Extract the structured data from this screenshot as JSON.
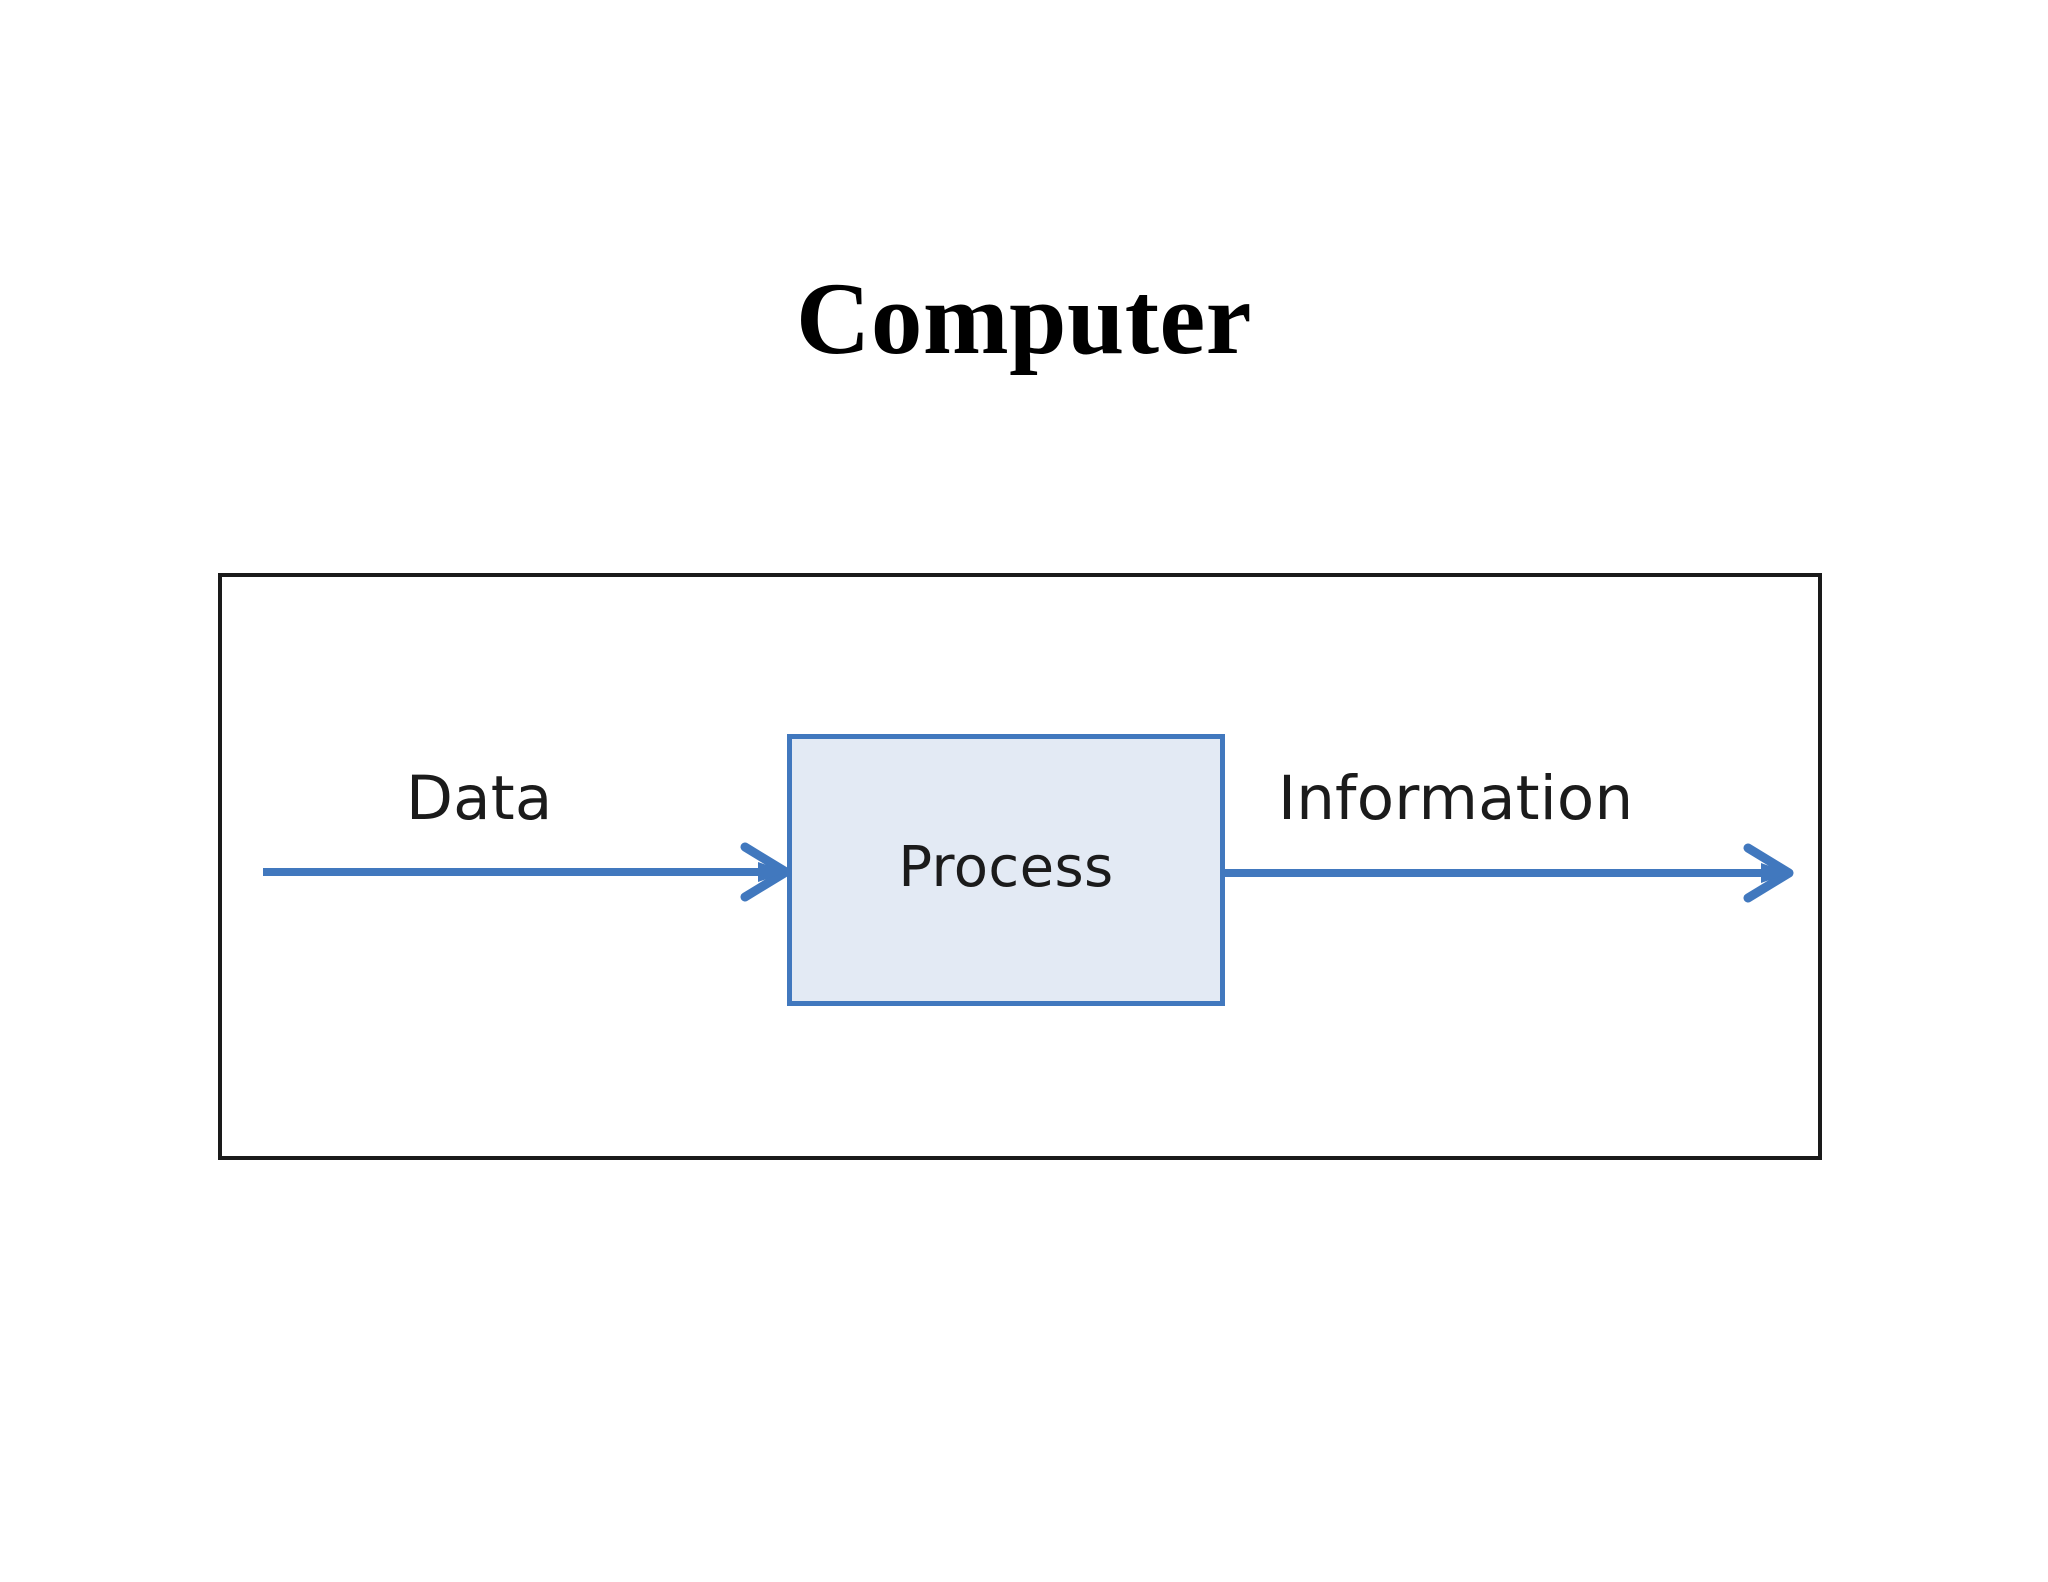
{
  "slide": {
    "title": "Computer",
    "background_color": "#ffffff"
  },
  "diagram": {
    "type": "flow",
    "frame": {
      "border_color": "#1a1a1a",
      "fill_color": "#ffffff"
    },
    "nodes": [
      {
        "id": "process",
        "label": "Process",
        "shape": "rectangle",
        "fill_color": "#e3eaf4",
        "border_color": "#4178be",
        "text_color": "#1b1b1b"
      }
    ],
    "edges": [
      {
        "id": "input-flow",
        "label": "Data",
        "from": "",
        "to": "process",
        "direction": "right",
        "color": "#4178be"
      },
      {
        "id": "output-flow",
        "label": "Information",
        "from": "process",
        "to": "",
        "direction": "right",
        "color": "#4178be"
      }
    ]
  },
  "colors": {
    "accent_blue": "#4178be",
    "process_fill": "#e3eaf4",
    "frame_border": "#1a1a1a",
    "text": "#1b1b1b"
  }
}
